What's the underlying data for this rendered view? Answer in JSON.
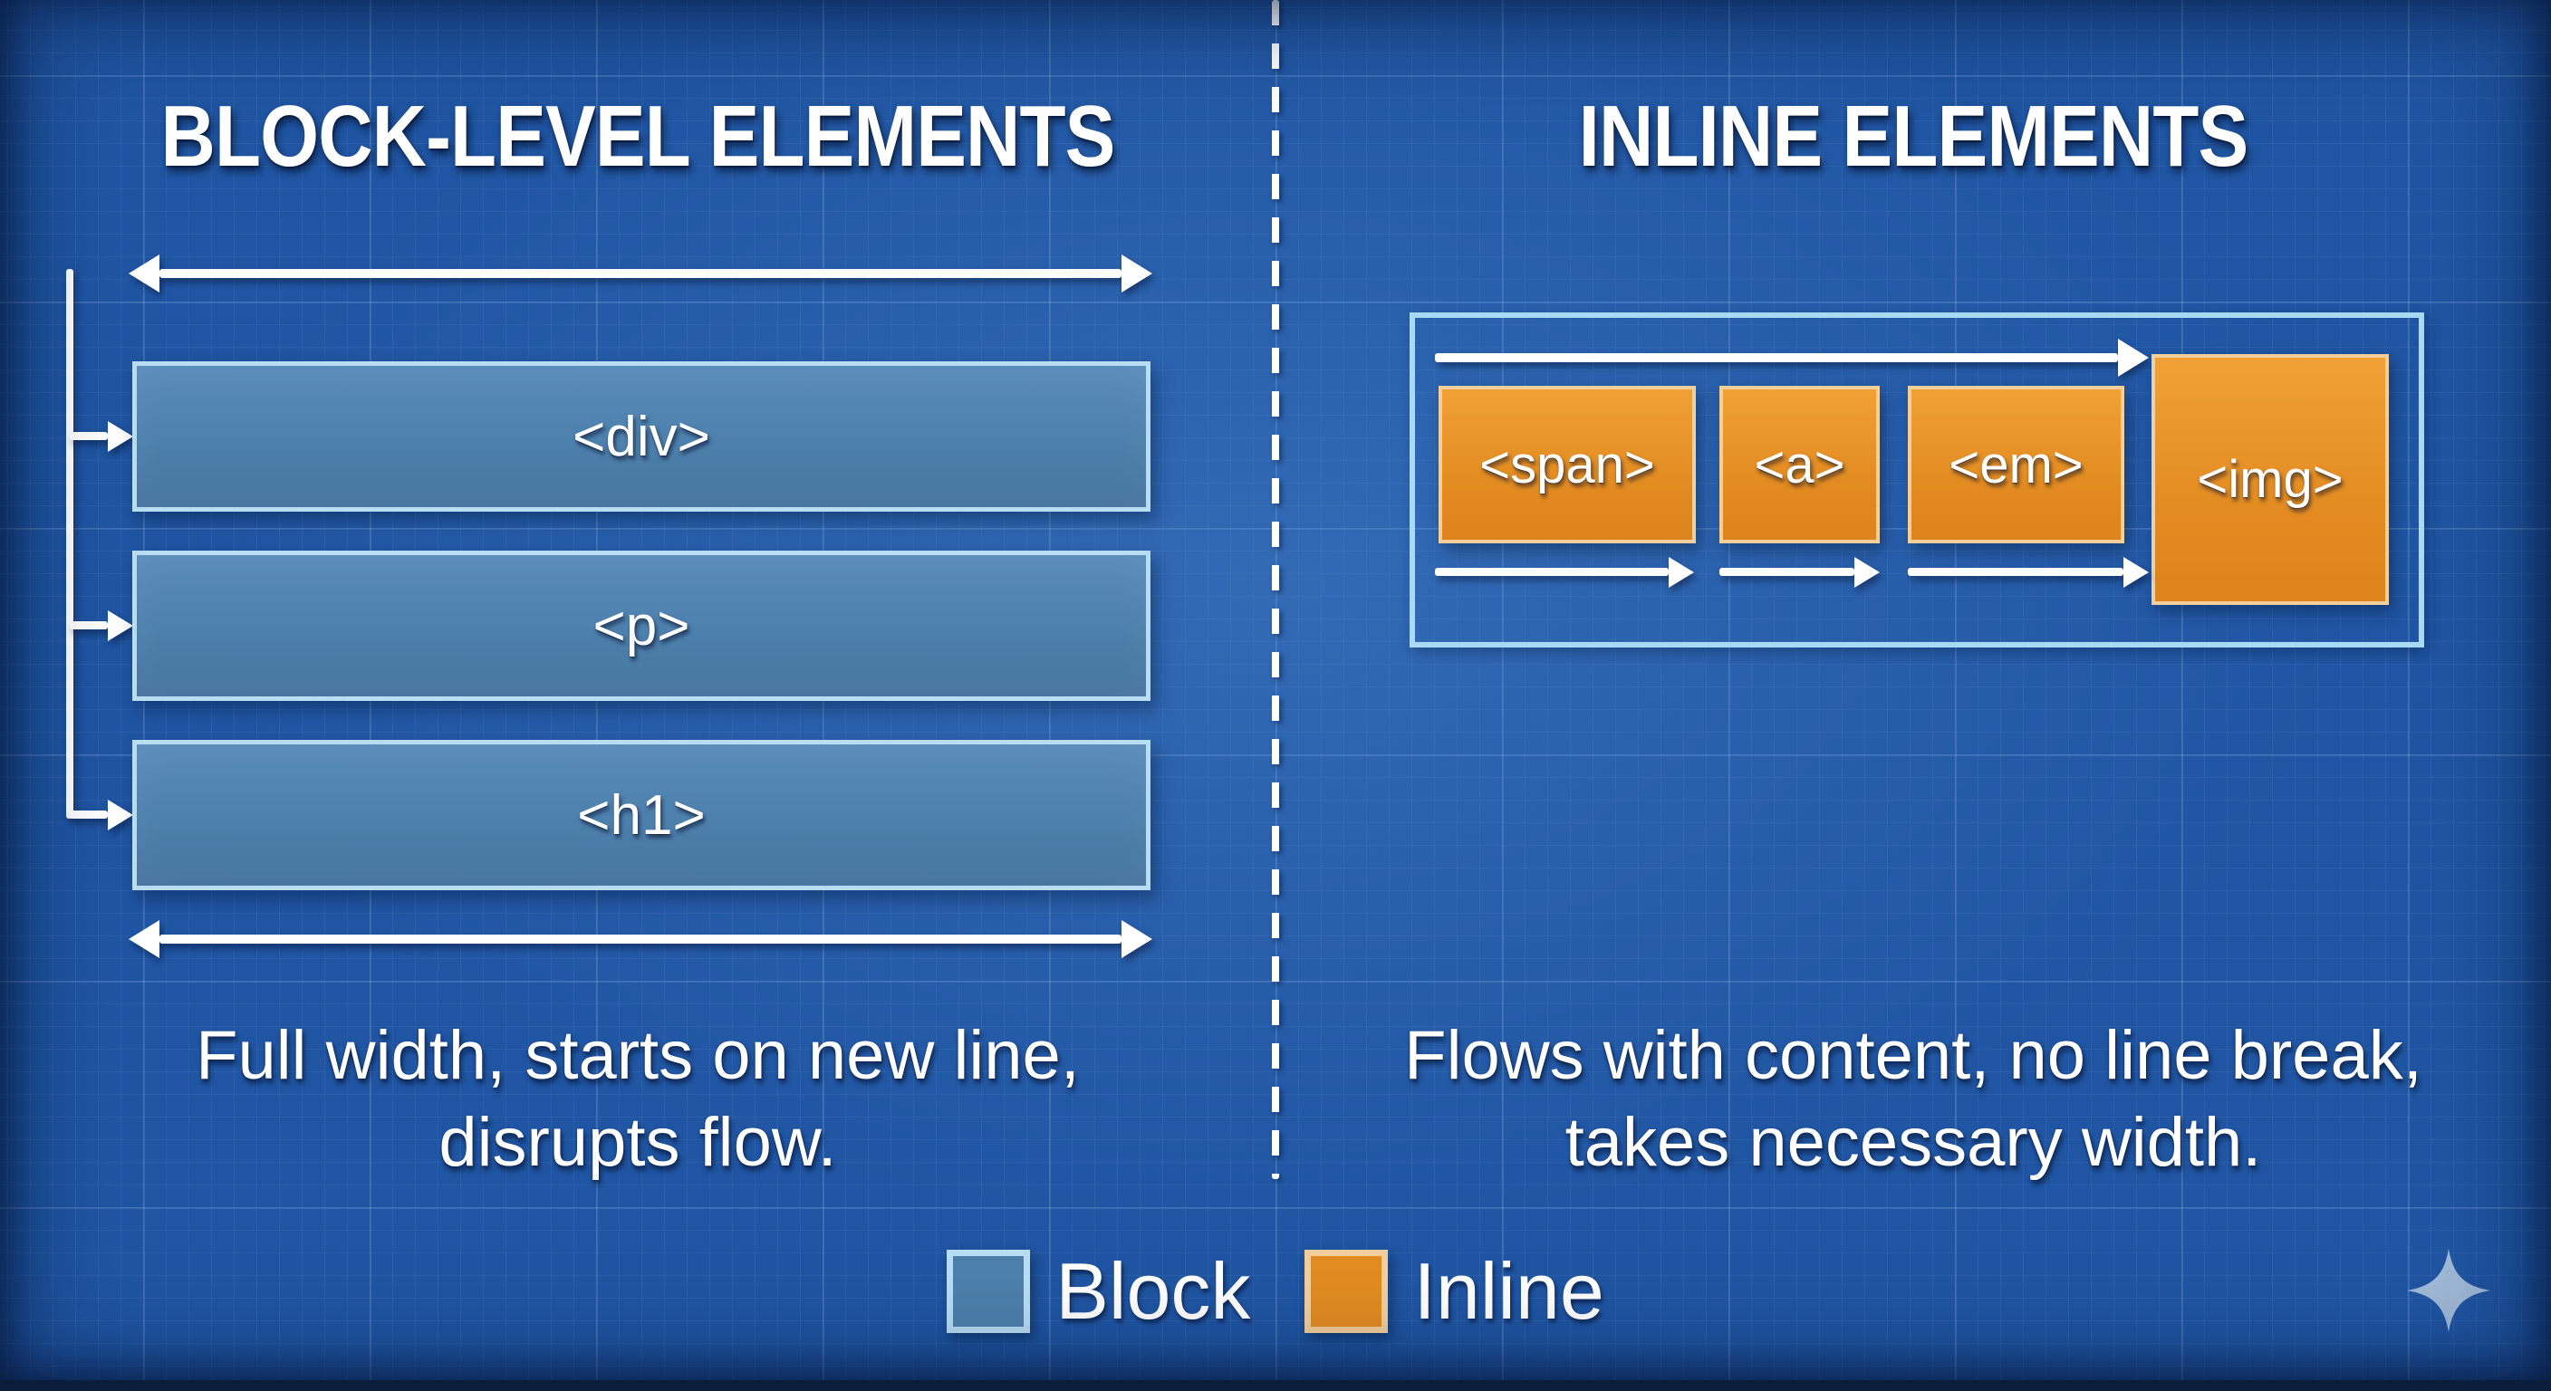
{
  "left_panel": {
    "title": "BLOCK-LEVEL ELEMENTS",
    "blocks": [
      {
        "label": "<div>"
      },
      {
        "label": "<p>"
      },
      {
        "label": "<h1>"
      }
    ],
    "caption_line1": "Full width, starts on new line,",
    "caption_line2": "disrupts flow."
  },
  "right_panel": {
    "title": "INLINE ELEMENTS",
    "inline_elements": [
      {
        "label": "<span>"
      },
      {
        "label": "<a>"
      },
      {
        "label": "<em>"
      },
      {
        "label": "<img>"
      }
    ],
    "caption_line1": "Flows with content, no line break,",
    "caption_line2": "takes necessary width."
  },
  "legend": {
    "block_label": "Block",
    "inline_label": "Inline"
  },
  "icons": {
    "sparkle": "sparkle-icon"
  },
  "colors": {
    "bg_base": "#1f55a2",
    "block_fill": "#4d80ad",
    "block_border": "#b9ddf3",
    "inline_fill": "#e38c22",
    "inline_border": "#f3cf9d",
    "container_border": "#a8d9f5",
    "arrow": "#ffffff",
    "sparkle": "#a9c0da",
    "bottom_bar": "#0a1d3a"
  }
}
